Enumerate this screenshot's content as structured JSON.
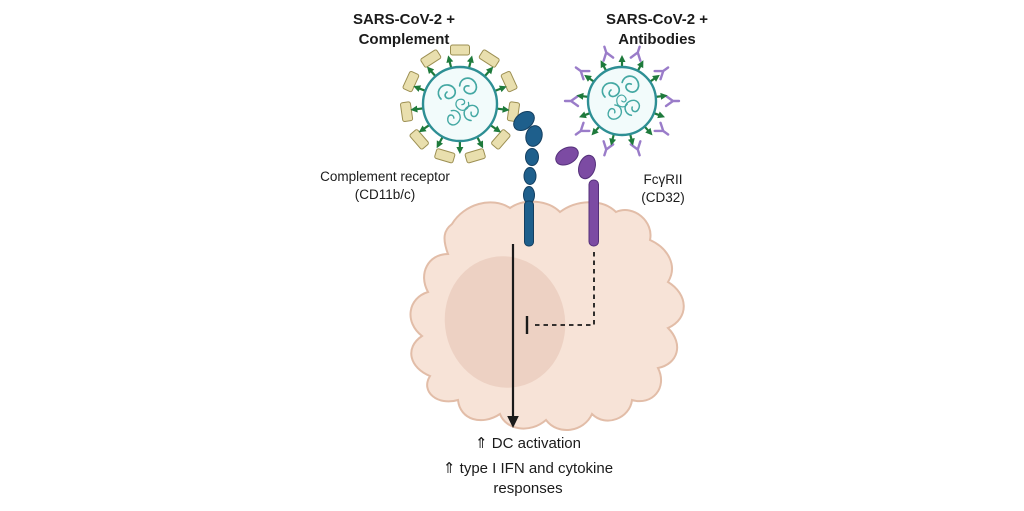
{
  "figure": {
    "left_group": {
      "virus_label_line1": "SARS-CoV-2 +",
      "virus_label_line2": "Complement",
      "receptor_label_line1": "Complement receptor",
      "receptor_label_line2": "(CD11b/c)"
    },
    "right_group": {
      "virus_label_line1": "SARS-CoV-2 +",
      "virus_label_line2": "Antibodies",
      "receptor_label_line1": "FcγRII",
      "receptor_label_line2": "(CD32)"
    },
    "outcomes": {
      "dc_activation": "⇑ DC activation",
      "ifn_line1": "⇑ type I IFN and cytokine",
      "ifn_line2": "responses"
    }
  },
  "colors": {
    "cell_fill": "#f7e3d7",
    "cell_stroke": "#e2bda8",
    "nucleus_fill": "#edd1c3",
    "virus_fill": "#f2fbfb",
    "virus_membrane": "#2e8f94",
    "virus_rna": "#44a8a3",
    "spike_green": "#1e7a3c",
    "complement_box_fill": "#e9dfae",
    "complement_box_stroke": "#9c8f52",
    "antibody_purple": "#9a7cc9",
    "receptor_blue": "#1e5f8c",
    "receptor_blue_dark": "#143f60",
    "receptor_purple": "#7c4ba3",
    "receptor_purple_dark": "#54307a",
    "arrow": "#1a1a1a"
  },
  "decorations": {
    "spike_count": 13,
    "complement_box_count": 11,
    "antibody_count": 10
  }
}
